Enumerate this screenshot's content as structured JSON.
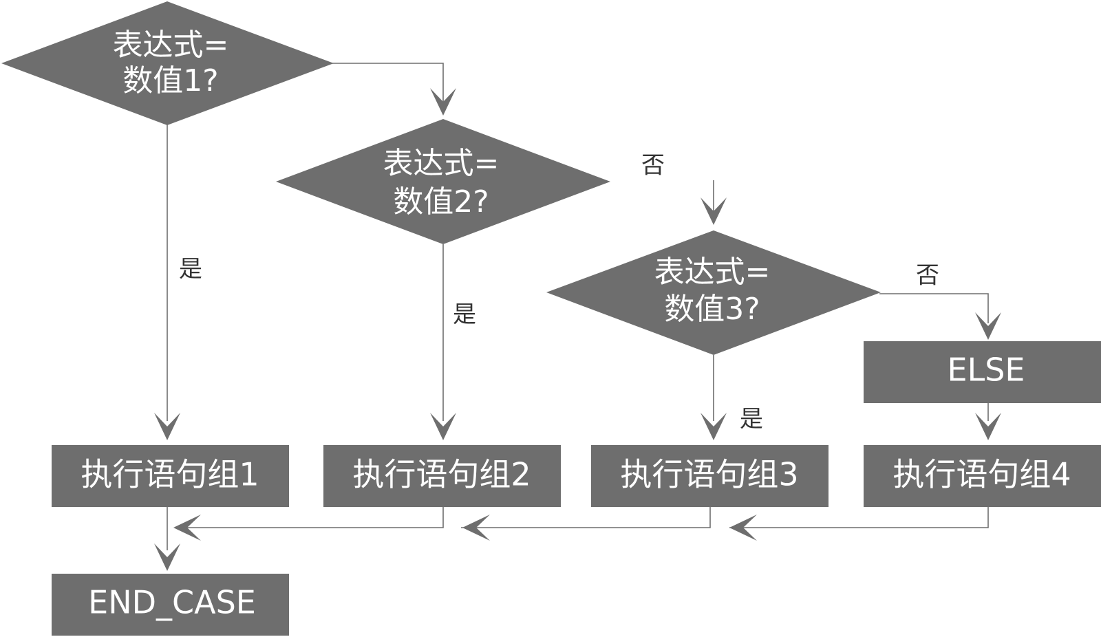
{
  "decisions": [
    {
      "line1": "表达式=",
      "line2": "数值1?"
    },
    {
      "line1": "表达式=",
      "line2": "数值2?"
    },
    {
      "line1": "表达式=",
      "line2": "数值3?"
    }
  ],
  "boxes": {
    "exec1": "执行语句组1",
    "exec2": "执行语句组2",
    "exec3": "执行语句组3",
    "exec4": "执行语句组4",
    "else": "ELSE",
    "end": "END_CASE"
  },
  "labels": {
    "yes1": "是",
    "yes2": "是",
    "yes3": "是",
    "no2": "否",
    "no3": "否"
  },
  "colors": {
    "shape_fill": "#6e6e6e",
    "shape_text": "#ffffff",
    "label_text": "#333333"
  }
}
